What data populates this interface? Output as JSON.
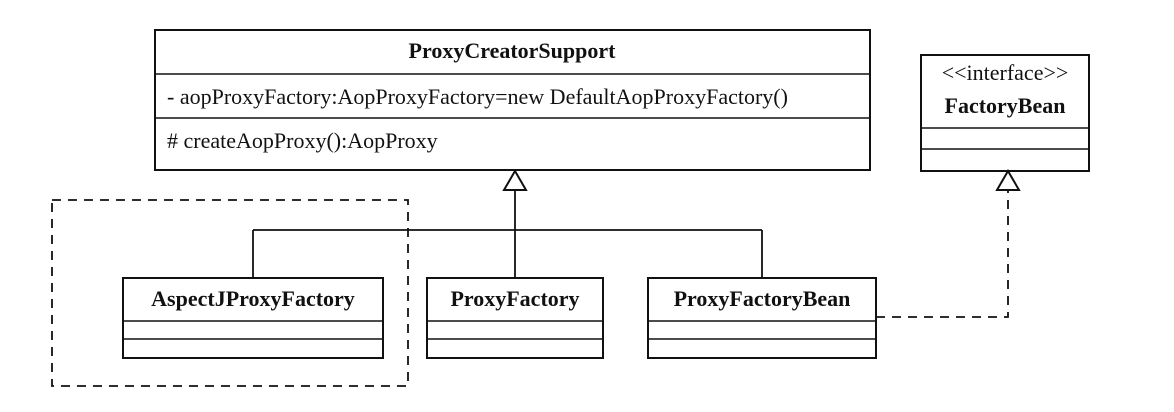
{
  "classes": {
    "proxy_creator_support": {
      "name": "ProxyCreatorSupport",
      "attribute": "- aopProxyFactory:AopProxyFactory=new DefaultAopProxyFactory()",
      "operation": "# createAopProxy():AopProxy"
    },
    "factory_bean": {
      "stereotype": "<<interface>>",
      "name": "FactoryBean"
    },
    "aspectj_proxy_factory": {
      "name": "AspectJProxyFactory"
    },
    "proxy_factory": {
      "name": "ProxyFactory"
    },
    "proxy_factory_bean": {
      "name": "ProxyFactoryBean"
    }
  },
  "relationships": [
    {
      "type": "generalization",
      "from": "AspectJProxyFactory",
      "to": "ProxyCreatorSupport"
    },
    {
      "type": "generalization",
      "from": "ProxyFactory",
      "to": "ProxyCreatorSupport"
    },
    {
      "type": "generalization",
      "from": "ProxyFactoryBean",
      "to": "ProxyCreatorSupport"
    },
    {
      "type": "realization",
      "from": "ProxyFactoryBean",
      "to": "FactoryBean"
    }
  ]
}
